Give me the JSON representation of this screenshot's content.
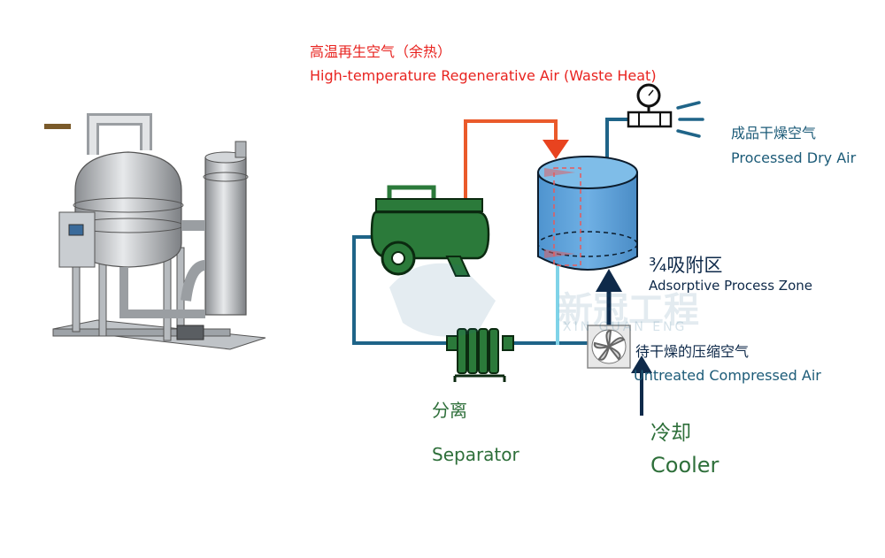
{
  "labels": {
    "regen_cn": "高温再生空气（余热）",
    "regen_en": "High-temperature Regenerative Air (Waste Heat)",
    "dry_cn": "成品干燥空气",
    "dry_en": "Processed Dry Air",
    "zone_cn": "¾吸附区",
    "zone_en": "Adsorptive Process Zone",
    "untreated_cn": "待干燥的压缩空气",
    "untreated_en": "Untreated Compressed Air",
    "separator_cn": "分离",
    "separator_en": "Separator",
    "cooler_cn": "冷却",
    "cooler_en": "Cooler",
    "watermark": "新冠工程",
    "watermark_en": "XIN GUAN ENG"
  },
  "colors": {
    "hot_line": "#ea5a2b",
    "process_line": "#1f6488",
    "compressor": "#2b7a3a",
    "tank": "#5aa0d8",
    "arrow": "#0f2a4a"
  },
  "icons": [
    "equipment-illustration",
    "compressor-icon",
    "adsorption-tank-icon",
    "separator-icon",
    "cooler-fan-icon",
    "pressure-gauge-valve-icon"
  ]
}
